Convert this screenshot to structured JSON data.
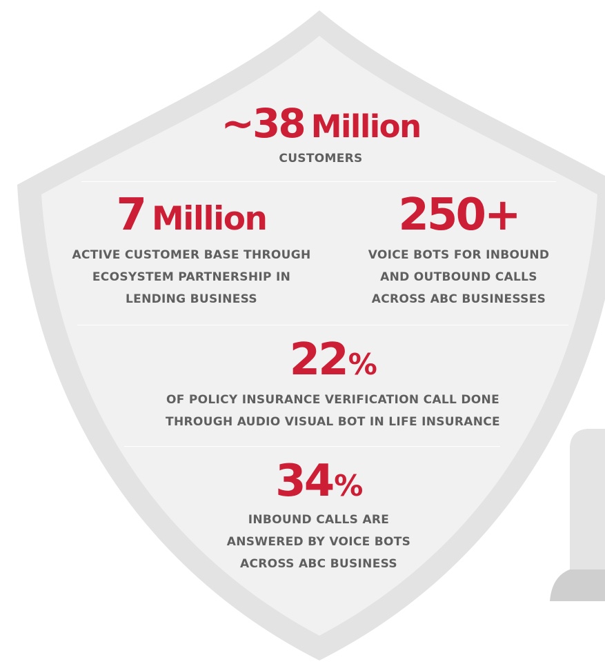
{
  "colors": {
    "accent_red": "#cc1f36",
    "label_gray": "#5f5f5f",
    "shield_outer": "#e1e1e1",
    "shield_inner": "#f0f0f0",
    "pedestal": "#c9c9c9"
  },
  "stats": {
    "customers": {
      "value": "~38",
      "unit": "Million",
      "label": "CUSTOMERS"
    },
    "active_base": {
      "value": "7",
      "unit": "Million",
      "label": "ACTIVE CUSTOMER BASE THROUGH\nECOSYSTEM PARTNERSHIP IN\nLENDING BUSINESS"
    },
    "voice_bots": {
      "value": "250+",
      "unit": "",
      "label": "VOICE BOTS FOR INBOUND\nAND OUTBOUND CALLS\nACROSS ABC BUSINESSES"
    },
    "verification": {
      "value": "22",
      "unit": "%",
      "label": "OF POLICY INSURANCE VERIFICATION CALL DONE\nTHROUGH AUDIO VISUAL BOT IN LIFE INSURANCE"
    },
    "inbound": {
      "value": "34",
      "unit": "%",
      "label": "INBOUND CALLS ARE\nANSWERED BY VOICE BOTS\nACROSS ABC BUSINESS"
    }
  }
}
